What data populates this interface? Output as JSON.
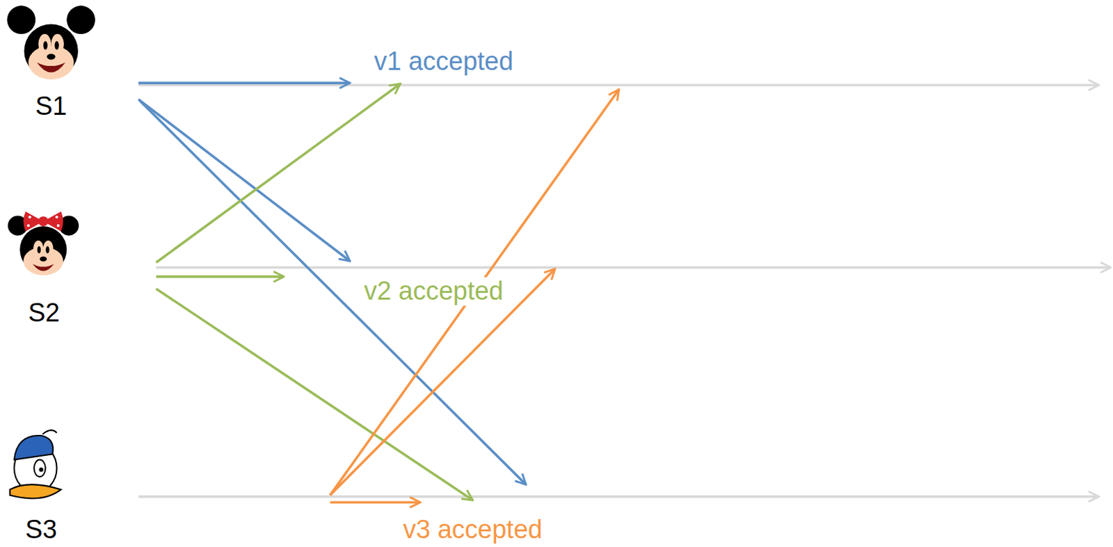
{
  "diagram": {
    "labels": [
      "S1",
      "S2",
      "S3",
      "v1 accepted",
      "v2 accepted",
      "v3 accepted"
    ]
  }
}
